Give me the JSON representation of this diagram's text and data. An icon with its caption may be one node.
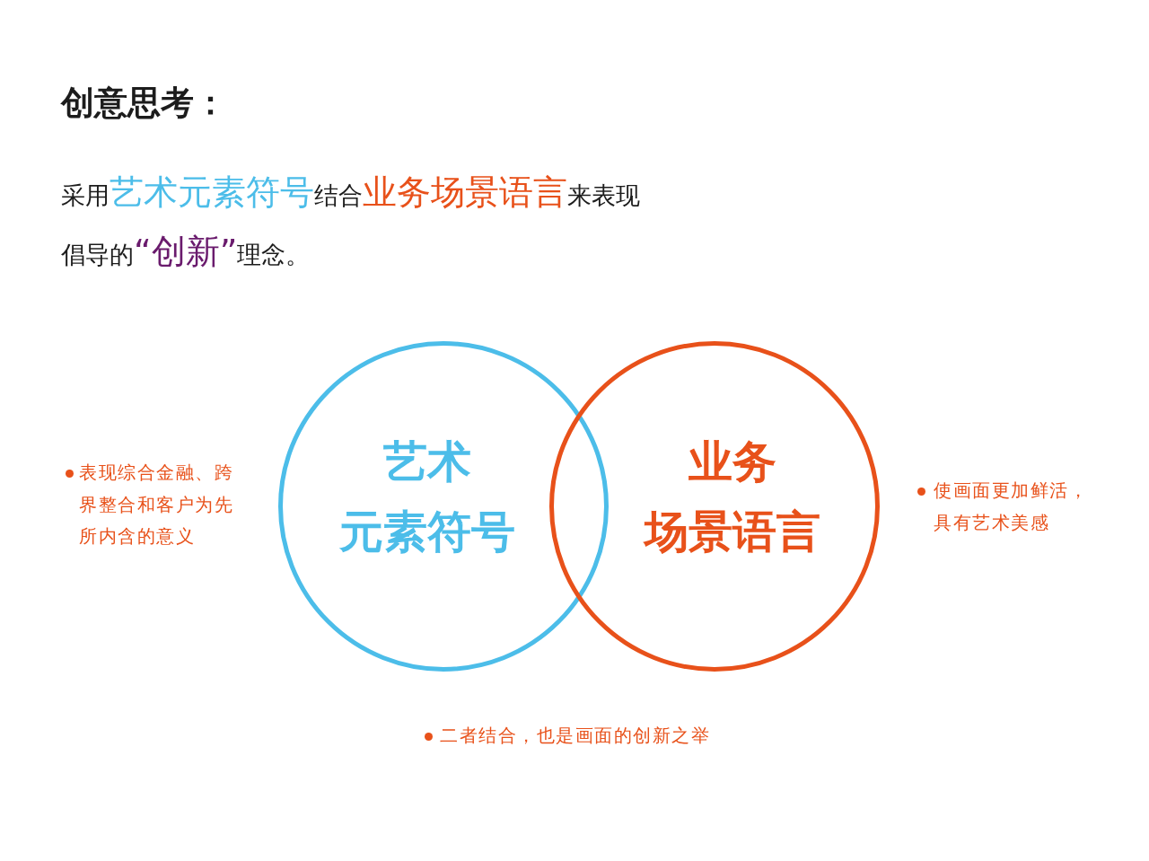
{
  "diagram": {
    "title": "创意思考：",
    "nodes": [
      {
        "text": [
          "艺术元素符号"
        ]
      },
      {
        "text": [
          "业务场景语言"
        ]
      }
    ],
    "labels": [
      "采用**艺术元素符号**结合**业务场景语言**来表现倡导的**“创新”**理念。",
      "表现综合金融、跨界整合和客户为先所内含的意义",
      "使画面更加鲜活，具有艺术美感",
      "二者结合，也是画面的创新之举"
    ]
  }
}
